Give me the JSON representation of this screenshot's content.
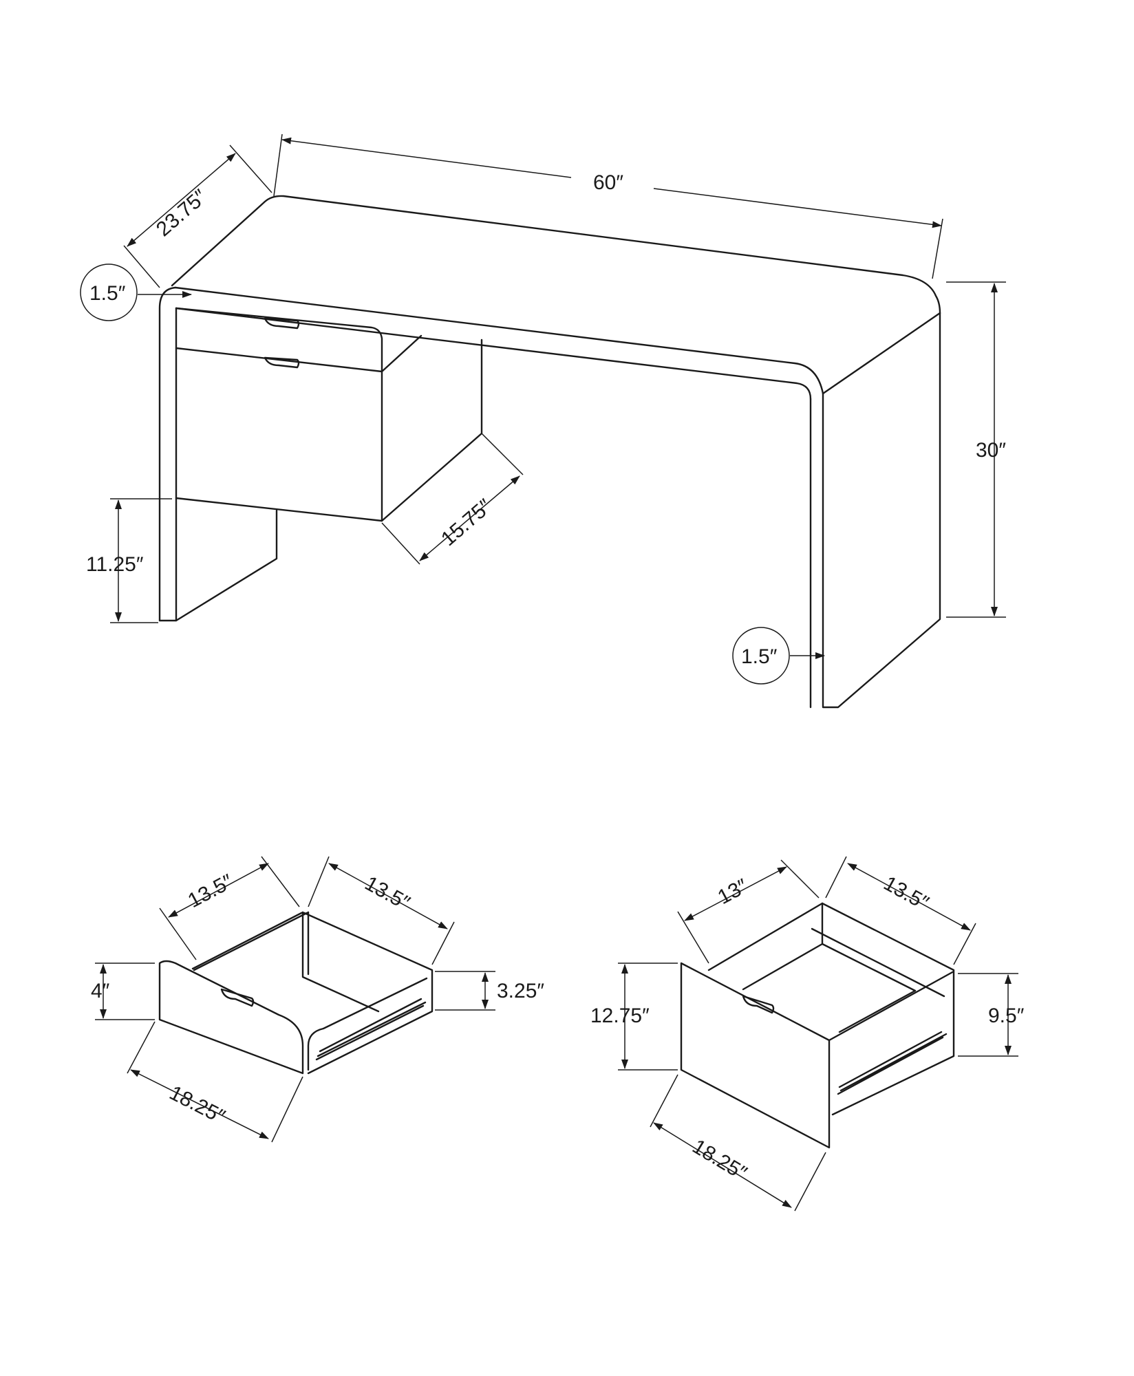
{
  "desk": {
    "width": "60″",
    "depth": "23.75″",
    "height": "30″",
    "top_thickness": "1.5″",
    "leg_thickness": "1.5″",
    "cabinet_depth": "15.75″",
    "leg_clearance": "11.25″"
  },
  "small_drawer": {
    "front_width": "13.5″",
    "inner_width": "13.5″",
    "front_height": "4″",
    "side_height": "3.25″",
    "depth": "18.25″"
  },
  "large_drawer": {
    "front_width": "13″",
    "inner_width": "13.5″",
    "front_height": "12.75″",
    "side_height": "9.5″",
    "depth": "18.25″"
  }
}
